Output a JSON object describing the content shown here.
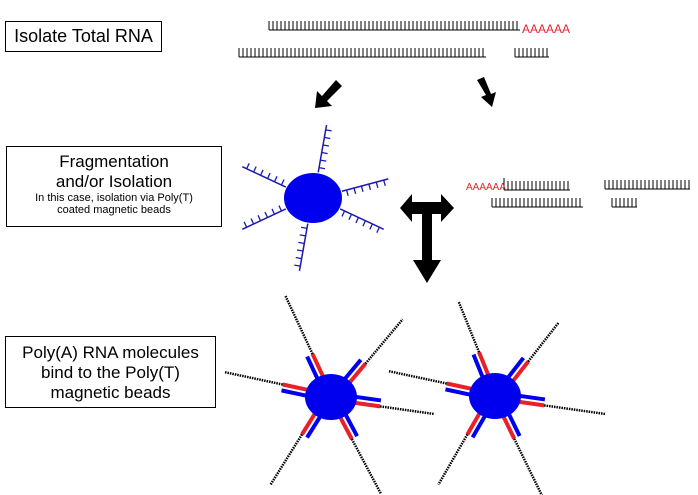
{
  "steps": [
    {
      "label": "Isolate Total RNA"
    },
    {
      "title_line1": "Fragmentation",
      "title_line2": "and/or Isolation",
      "note_line1": "In this case, isolation via Poly(T)",
      "note_line2": "coated magnetic beads"
    },
    {
      "line1": "Poly(A) RNA molecules",
      "line2": "bind to the Poly(T)",
      "line3": "magnetic beads"
    }
  ],
  "polyA_tail_label": "AAAAAA",
  "colors": {
    "rna": "#000000",
    "polyA": "#e8202a",
    "bead": "#0000ee",
    "polyT": "#1a1ab0",
    "arrow": "#000000"
  }
}
